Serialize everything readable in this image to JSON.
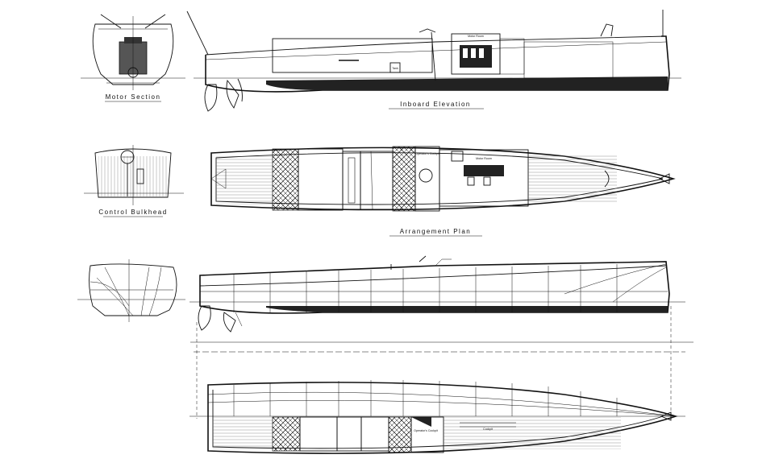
{
  "drawing": {
    "views": {
      "motor_section": {
        "caption": "Motor Section"
      },
      "inboard_elevation": {
        "caption": "Inboard Elevation"
      },
      "control_bulkhead": {
        "caption": "Control Bulkhead"
      },
      "arrangement_plan": {
        "caption": "Arrangement Plan"
      },
      "body_plan": {},
      "profile_lines": {},
      "half_breadth_plan": {}
    },
    "labels": {
      "motor_room": "Motor Room",
      "operators_cockpit": "Operator's Cockpit",
      "cockpit_plan": "Cockpit",
      "operators_cockpit_lower": "Operator's Cockpit",
      "tank": "Tank"
    },
    "line_color": "#111111",
    "paper_color": "#ffffff"
  }
}
